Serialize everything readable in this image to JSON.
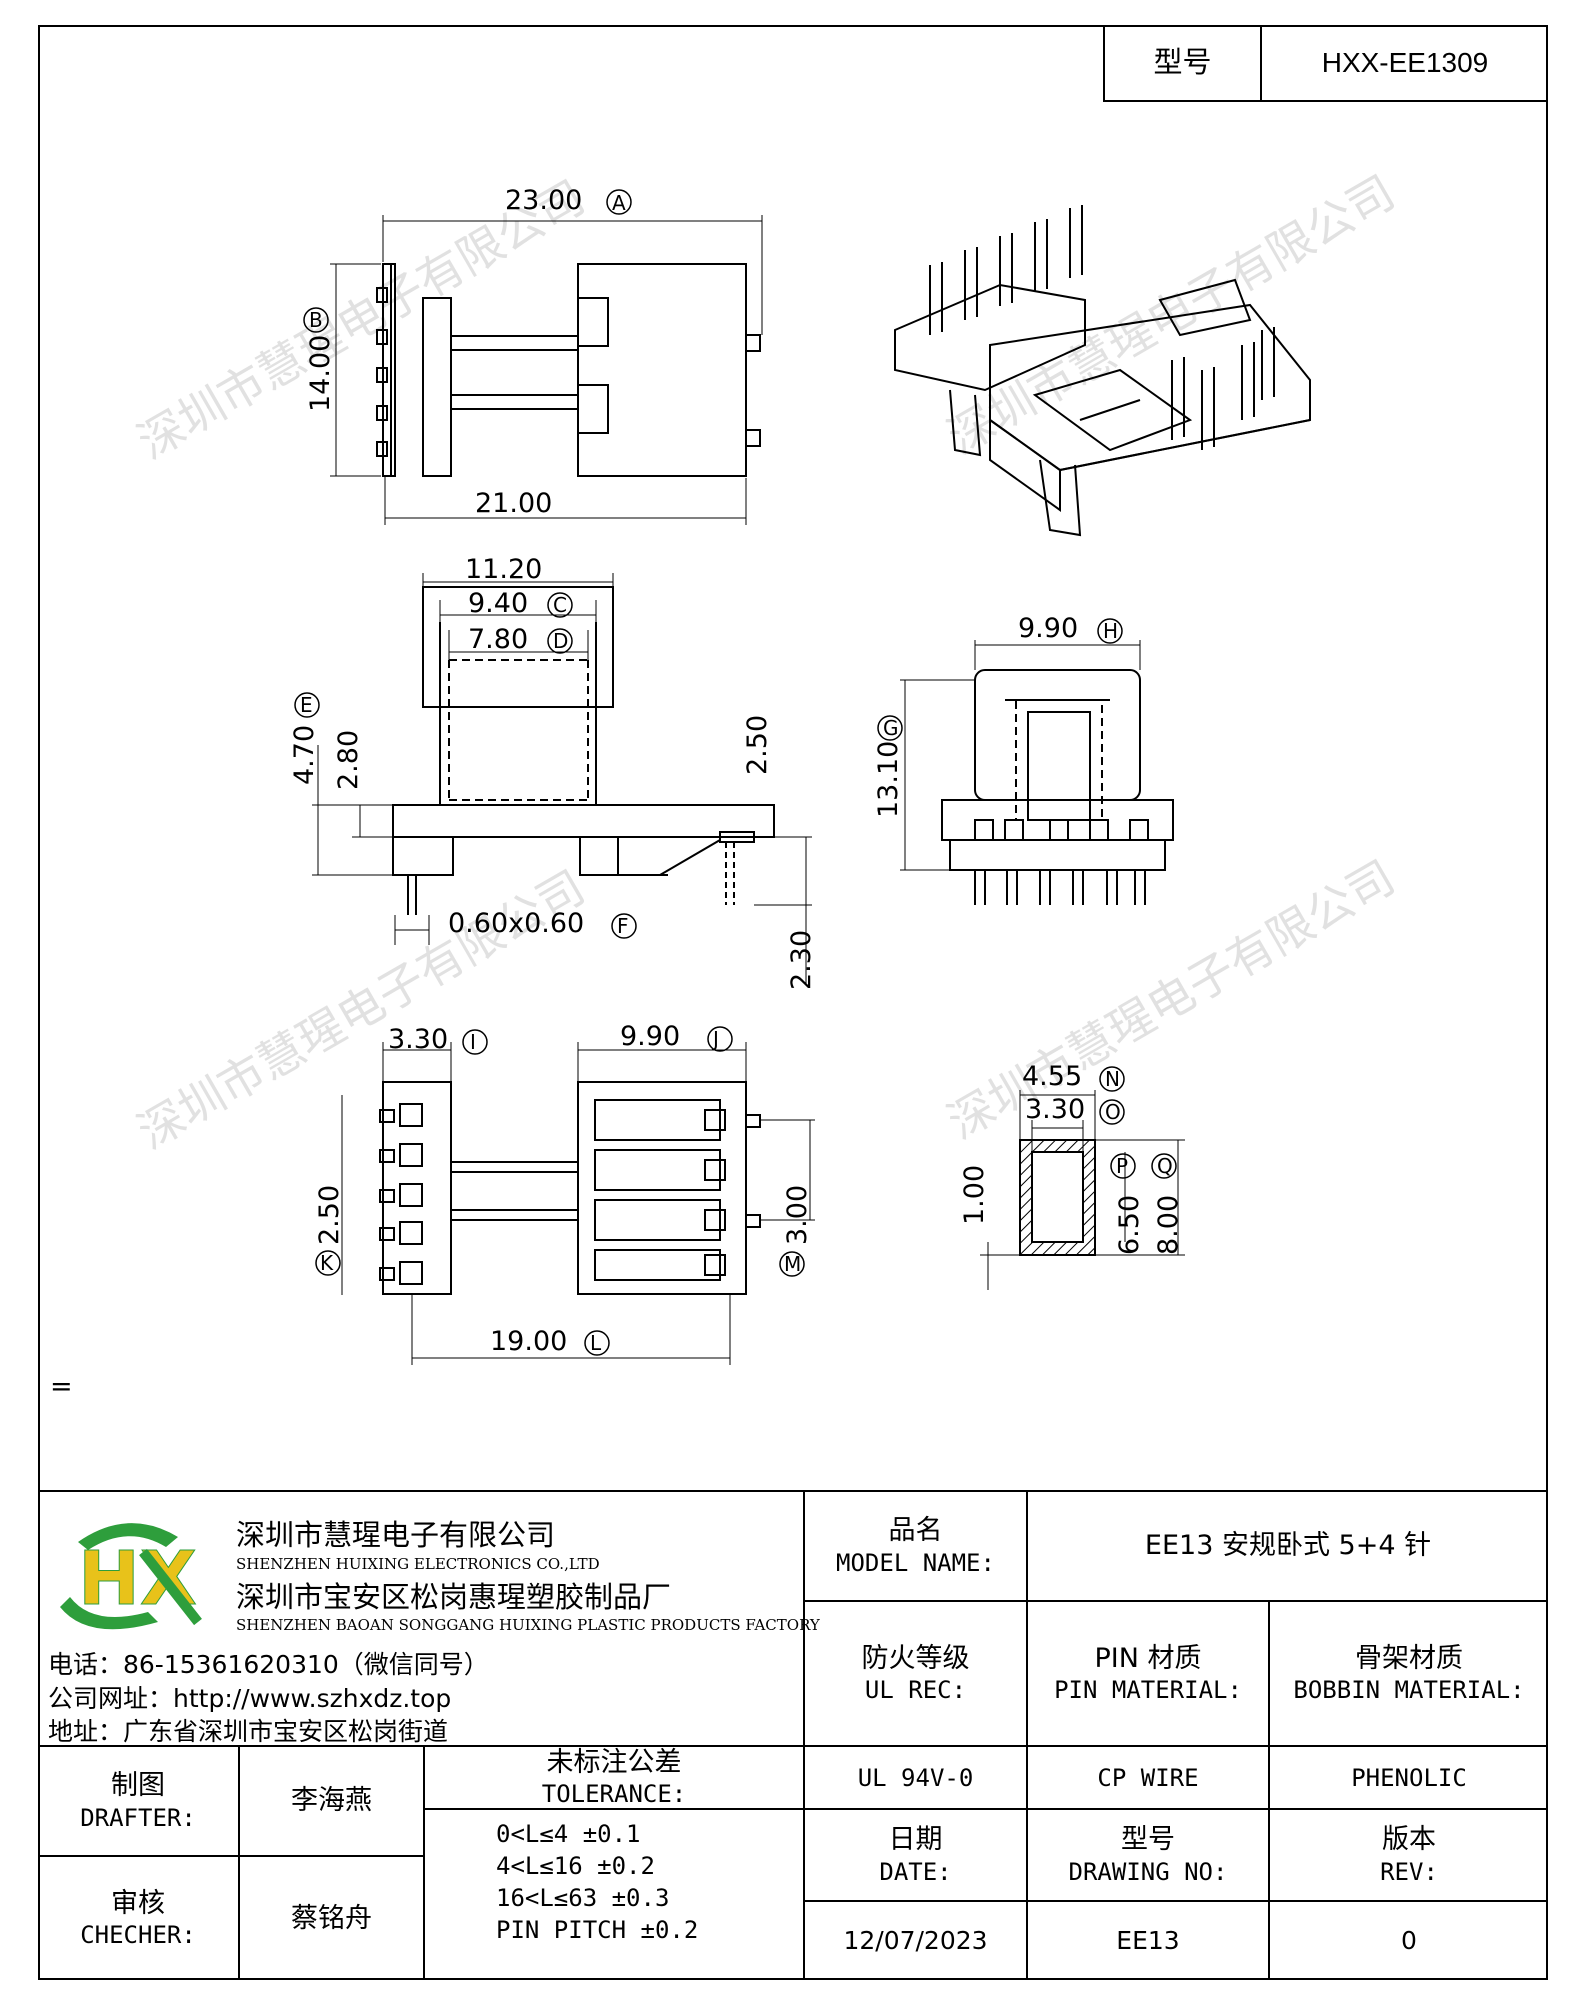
{
  "header": {
    "model_label": "型号",
    "model_value": "HXX-EE1309"
  },
  "drawing": {
    "top_view": {
      "dim_a": "23.00",
      "dim_a_tag": "A",
      "dim_b": "14.00",
      "dim_b_tag": "B",
      "dim_total": "21.00"
    },
    "front_view": {
      "dim_width": "11.20",
      "dim_c": "9.40",
      "dim_c_tag": "C",
      "dim_d": "7.80",
      "dim_d_tag": "D",
      "dim_e": "4.70",
      "dim_e_tag": "E",
      "dim_280": "2.80",
      "dim_250": "2.50",
      "dim_f": "0.60x0.60",
      "dim_f_tag": "F",
      "dim_230": "2.30"
    },
    "side_view": {
      "dim_h": "9.90",
      "dim_h_tag": "H",
      "dim_g": "13.10",
      "dim_g_tag": "G"
    },
    "bottom_view": {
      "dim_i": "3.30",
      "dim_i_tag": "I",
      "dim_j": "9.90",
      "dim_j_tag": "J",
      "dim_k": "2.50",
      "dim_k_tag": "K",
      "dim_m": "3.00",
      "dim_m_tag": "M",
      "dim_l": "19.00",
      "dim_l_tag": "L"
    },
    "section_view": {
      "dim_n": "4.55",
      "dim_n_tag": "N",
      "dim_o": "3.30",
      "dim_o_tag": "O",
      "dim_p": "6.50",
      "dim_p_tag": "P",
      "dim_q": "8.00",
      "dim_q_tag": "Q",
      "dim_100": "1.00"
    },
    "stray_mark": "=",
    "watermark": "深圳市慧瑆电子有限公司"
  },
  "company": {
    "logo_text": "HX",
    "name_cn": "深圳市慧瑆电子有限公司",
    "name_en": "SHENZHEN HUIXING ELECTRONICS CO.,LTD",
    "factory_cn": "深圳市宝安区松岗惠瑆塑胶制品厂",
    "factory_en": "SHENZHEN BAOAN SONGGANG HUIXING PLASTIC PRODUCTS FACTORY",
    "phone": "电话：86-15361620310（微信同号）",
    "website": "公司网址：http://www.szhxdz.top",
    "address": "地址：广东省深圳市宝安区松岗街道"
  },
  "title_block": {
    "model_name_cn": "品名",
    "model_name_en": "MODEL NAME:",
    "model_name_value": "EE13 安规卧式 5+4 针",
    "ul_rec_cn": "防火等级",
    "ul_rec_en": "UL REC:",
    "pin_mat_cn": "PIN 材质",
    "pin_mat_en": "PIN MATERIAL:",
    "bobbin_mat_cn": "骨架材质",
    "bobbin_mat_en": "BOBBIN MATERIAL:",
    "ul_value": "UL 94V-0",
    "pin_value": "CP WIRE",
    "bobbin_value": "PHENOLIC",
    "drafter_cn": "制图",
    "drafter_en": "DRAFTER:",
    "drafter_name": "李海燕",
    "checker_cn": "审核",
    "checker_en": "CHECHER:",
    "checker_name": "蔡铭舟",
    "tolerance_cn": "未标注公差",
    "tolerance_en": "TOLERANCE:",
    "tolerance_lines": [
      "0<L≤4  ±0.1",
      "4<L≤16  ±0.2",
      "16<L≤63  ±0.3",
      "PIN PITCH  ±0.2"
    ],
    "date_cn": "日期",
    "date_en": "DATE:",
    "drawing_no_cn": "型号",
    "drawing_no_en": "DRAWING NO:",
    "rev_cn": "版本",
    "rev_en": "REV:",
    "date_value": "12/07/2023",
    "drawing_no_value": "EE13",
    "rev_value": "0"
  }
}
